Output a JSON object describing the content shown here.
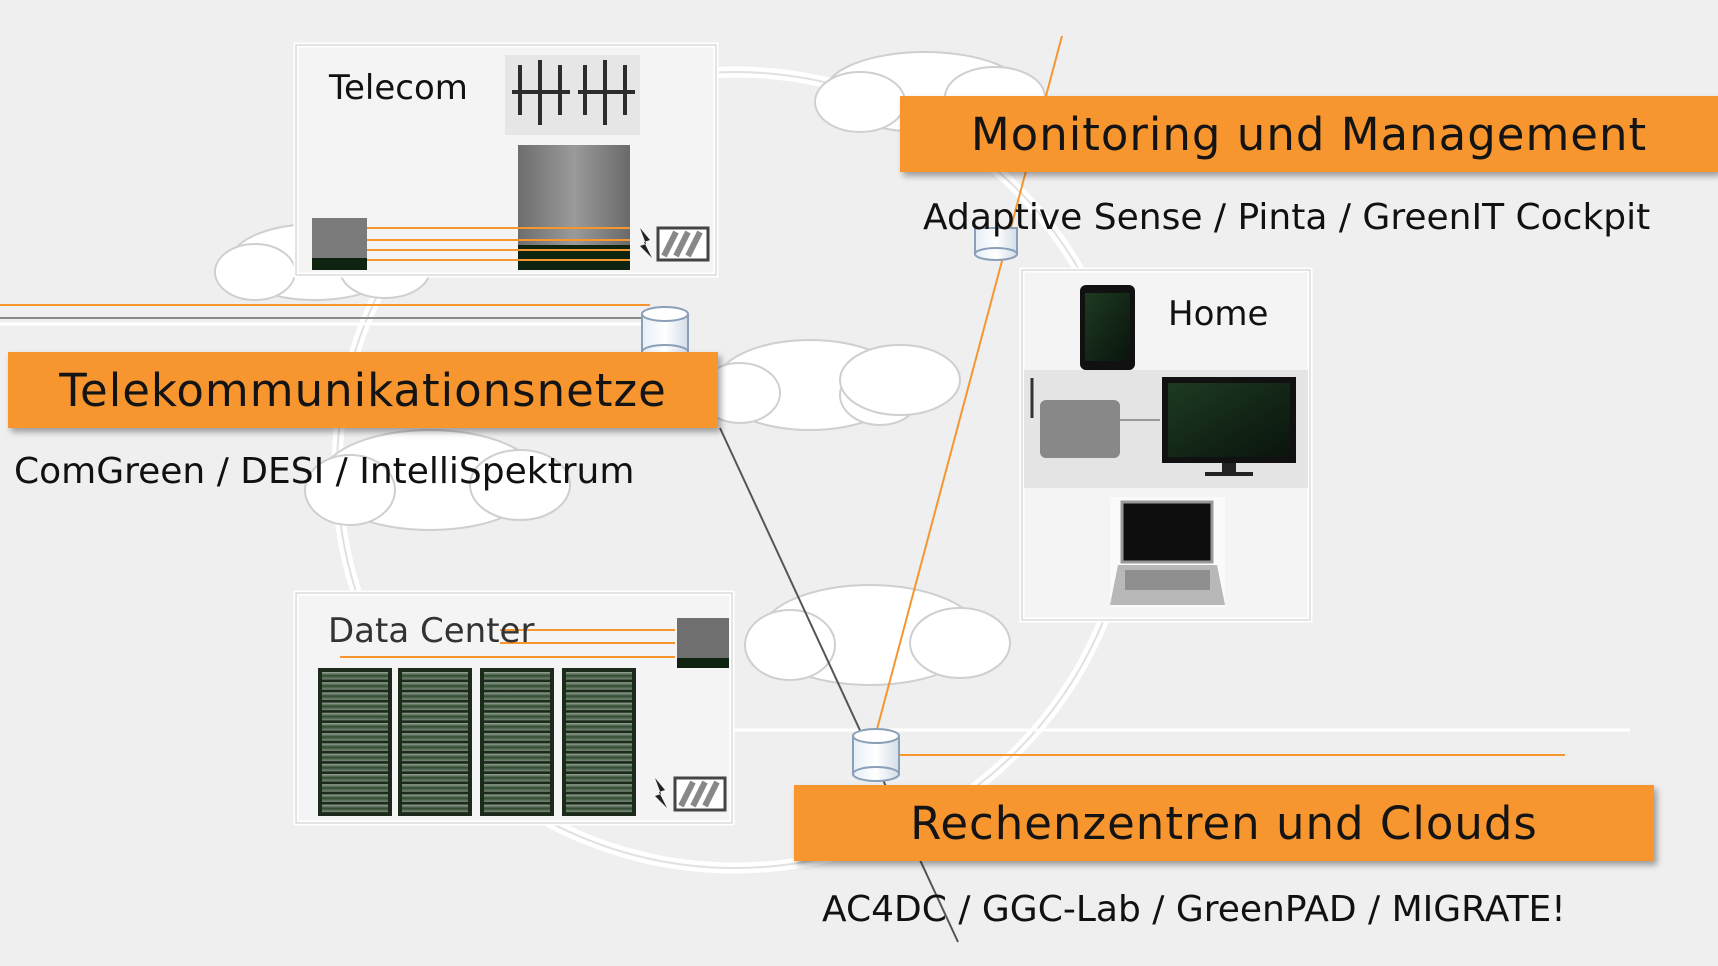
{
  "sections": {
    "monitoring": {
      "title": "Monitoring und Management",
      "projects": "Adaptive Sense / Pinta / GreenIT Cockpit"
    },
    "telecom_networks": {
      "title": "Telekommunikationsnetze",
      "projects": "ComGreen / DESI / IntelliSpektrum"
    },
    "datacenters": {
      "title": "Rechenzentren und Clouds",
      "projects": "AC4DC / GGC-Lab / GreenPAD / MIGRATE!"
    }
  },
  "panels": {
    "telecom": {
      "label": "Telecom"
    },
    "home": {
      "label": "Home"
    },
    "datacenter": {
      "label": "Data Center"
    }
  },
  "colors": {
    "accent": "#f7952f",
    "background": "#efefef",
    "panel_border": "#ffffff",
    "connector_gray": "#555555"
  }
}
